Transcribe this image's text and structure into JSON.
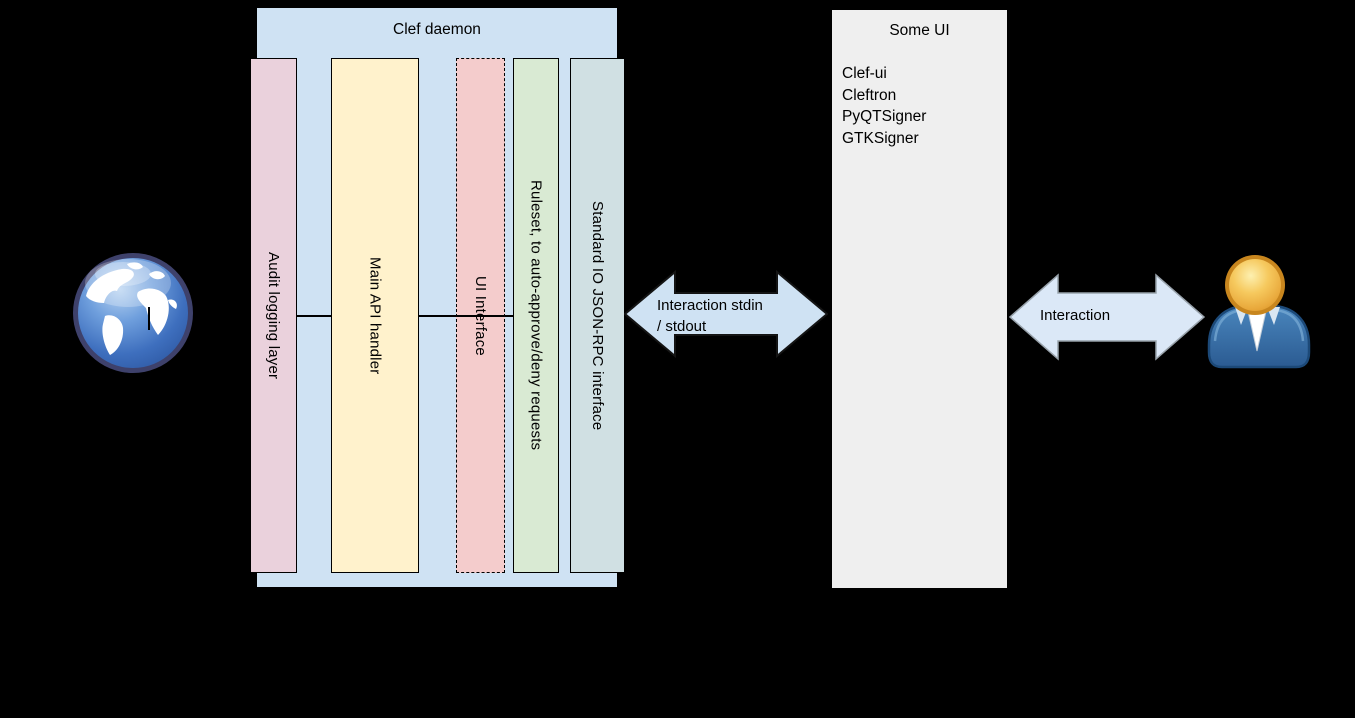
{
  "background_color": "#000000",
  "clef_daemon": {
    "title": "Clef daemon",
    "container_color": "#cfe2f3",
    "layers": [
      {
        "label": "Audit logging layer",
        "color": "#ead1dc",
        "border_style": "solid"
      },
      {
        "label": "Main API handler",
        "color": "#fff2cc",
        "border_style": "solid"
      },
      {
        "label": "UI Interface",
        "color": "#f4cccc",
        "border_style": "dashed"
      },
      {
        "label": "Ruleset, to auto-approve/deny requests",
        "color": "#d9ead3",
        "border_style": "solid"
      },
      {
        "label": "Standard IO JSON-RPC interface",
        "color": "#d0e0e3",
        "border_style": "solid"
      }
    ]
  },
  "some_ui": {
    "title": "Some UI",
    "box_color": "#efefef",
    "items": [
      "Clef-ui",
      "Cleftron",
      "PyQTSigner",
      "GTKSigner"
    ]
  },
  "arrows": {
    "left": {
      "line1": "Interaction stdin",
      "line2": "/ stdout",
      "fill": "#cfe2f3"
    },
    "right": {
      "label": "Interaction",
      "fill": "#dbe8f7"
    }
  },
  "icons": {
    "left": "globe-icon",
    "right": "person-icon"
  }
}
